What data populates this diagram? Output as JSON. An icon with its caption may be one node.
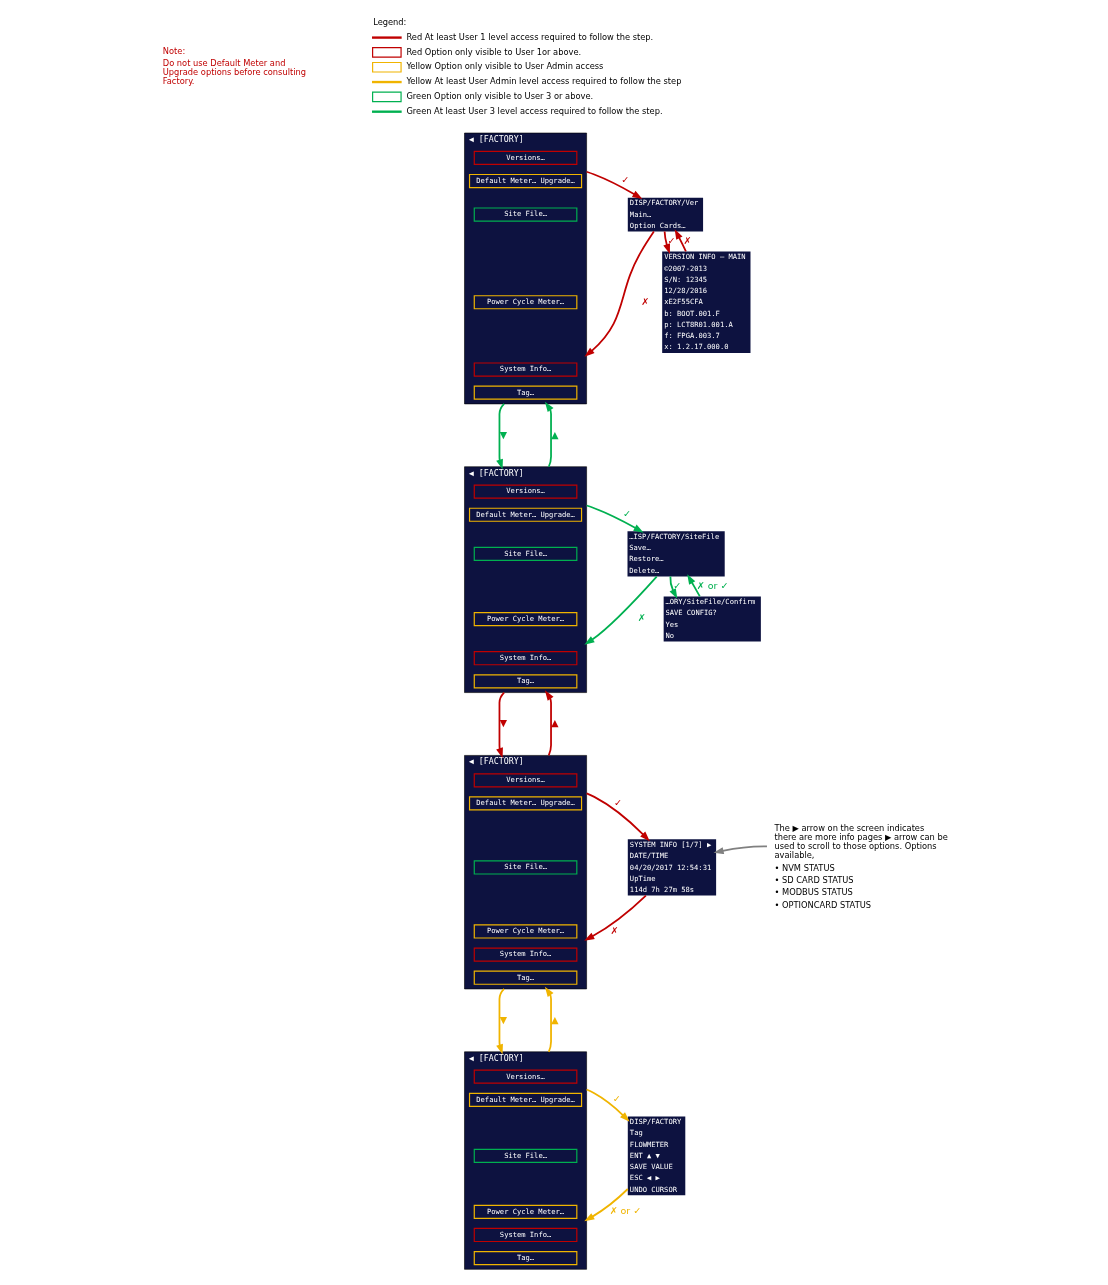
{
  "diagram": {
    "nodes": [
      {
        "text": [
          "◀ [FACTORY]"
        ]
      },
      {
        "text": [
          "Versions…"
        ],
        "in": 0
      },
      {
        "text": [
          "Default Meter… Upgrade…"
        ],
        "in": 0
      },
      {
        "text": [
          "Site File…"
        ],
        "in": 0
      },
      {
        "text": [
          "Power Cycle Meter…"
        ],
        "in": 0
      },
      {
        "text": [
          "System Info…"
        ],
        "in": 0
      },
      {
        "text": [
          "Tag…"
        ],
        "in": 0
      },
      {
        "text": [
          "DISP/FACTORY/Ver",
          "Main…",
          "Option Cards…"
        ]
      },
      {
        "text": [
          "VERSION INFO – MAIN",
          "©2007-2013",
          "S/N: 12345",
          "12/28/2016",
          "xE2F55CFA",
          "b: BOOT.001.F",
          "p: LCT8R01.001.A",
          "f: FPGA.003.7",
          "x: 1.2.17.000.0"
        ]
      },
      {
        "text": [
          "◀ [FACTORY]"
        ]
      },
      {
        "text": [
          "Versions…"
        ],
        "in": 9
      },
      {
        "text": [
          "Default Meter… Upgrade…"
        ],
        "in": 9
      },
      {
        "text": [
          "Site File…"
        ],
        "in": 9
      },
      {
        "text": [
          "Power Cycle Meter…"
        ],
        "in": 9
      },
      {
        "text": [
          "System Info…"
        ],
        "in": 9
      },
      {
        "text": [
          "Tag…"
        ],
        "in": 9
      },
      {
        "text": [
          "…ISP/FACTORY/SiteFile",
          "Save…",
          "Restore…",
          "Delete…"
        ]
      },
      {
        "text": [
          "…ORY/SiteFile/Confirm",
          "SAVE CONFIG?",
          "Yes",
          "No"
        ]
      },
      {
        "text": [
          "◀ [FACTORY]"
        ]
      },
      {
        "text": [
          "Versions…"
        ],
        "in": 18
      },
      {
        "text": [
          "Default Meter… Upgrade…"
        ],
        "in": 18
      },
      {
        "text": [
          "Site File…"
        ],
        "in": 18
      },
      {
        "text": [
          "Power Cycle Meter…"
        ],
        "in": 18
      },
      {
        "text": [
          "System Info…"
        ],
        "in": 18
      },
      {
        "text": [
          "Tag…"
        ],
        "in": 18
      },
      {
        "text": [
          "SYSTEM INFO [1/7] ▶",
          "DATE/TIME",
          "04/20/2017 12:54:31",
          "UpTime",
          "114d 7h 27m 58s"
        ]
      },
      {
        "text": [
          "The ▶ arrow on the screen indicates there are more info pages ▶ arrow can be used to scroll to those options. Options available,",
          "• NVM STATUS",
          "• SD CARD STATUS",
          "• MODBUS STATUS",
          "• OPTIONCARD STATUS"
        ]
      },
      {
        "text": [
          "◀ [FACTORY]"
        ]
      },
      {
        "text": [
          "Versions…"
        ],
        "in": 27
      },
      {
        "text": [
          "Default Meter… Upgrade…"
        ],
        "in": 27
      },
      {
        "text": [
          "Site File…"
        ],
        "in": 27
      },
      {
        "text": [
          "Power Cycle Meter…"
        ],
        "in": 27
      },
      {
        "text": [
          "System Info…"
        ],
        "in": 27
      },
      {
        "text": [
          "Tag…"
        ],
        "in": 27
      },
      {
        "text": [
          "DISP/FACTORY",
          "Tag",
          "FLOWMETER",
          "ENT ▲ ▼",
          "SAVE VALUE",
          "ESC ◀ ▶",
          "UNDO CURSOR"
        ]
      }
    ],
    "edges": [
      {
        "from": 0,
        "to": 7,
        "arrow": "to",
        "label": "✓"
      },
      {
        "from": 7,
        "to": 0,
        "arrow": "to",
        "label": "✗"
      },
      {
        "from": 7,
        "to": 8,
        "arrow": "to",
        "label": "✓"
      },
      {
        "from": 8,
        "to": 7,
        "arrow": "to",
        "label": "✗"
      },
      {
        "from": 0,
        "to": 9,
        "arrow": "to",
        "label": "▼",
        "color": "#00b050"
      },
      {
        "from": 9,
        "to": 0,
        "arrow": "to",
        "label": "▲",
        "color": "#00b050"
      },
      {
        "from": 9,
        "to": 16,
        "arrow": "to",
        "label": "✓",
        "color": "#00b050"
      },
      {
        "from": 16,
        "to": 9,
        "arrow": "to",
        "label": "✗",
        "color": "#00b050"
      },
      {
        "from": 16,
        "to": 17,
        "arrow": "to",
        "label": "✓",
        "color": "#00b050"
      },
      {
        "from": 17,
        "to": 16,
        "arrow": "to",
        "label": "✗ or ✓",
        "color": "#00b050"
      },
      {
        "from": 9,
        "to": 18,
        "arrow": "to",
        "label": "▼"
      },
      {
        "from": 18,
        "to": 9,
        "arrow": "to",
        "label": "▲"
      },
      {
        "from": 18,
        "to": 25,
        "arrow": "to",
        "label": "✓"
      },
      {
        "from": 25,
        "to": 18,
        "arrow": "to",
        "label": "✗"
      },
      {
        "from": 26,
        "to": 25,
        "arrow": "to",
        "color": "#808080"
      },
      {
        "from": 18,
        "to": 27,
        "arrow": "to",
        "label": "▼",
        "color": "#f0b400"
      },
      {
        "from": 27,
        "to": 18,
        "arrow": "to",
        "label": "▲",
        "color": "#f0b400"
      },
      {
        "from": 27,
        "to": 34,
        "arrow": "to",
        "label": "✓",
        "color": "#f0b400"
      },
      {
        "from": 34,
        "to": 27,
        "arrow": "to",
        "label": "✗ or ✓",
        "color": "#f0b400"
      }
    ],
    "labels": [
      "Legend:",
      "Note:",
      "Do not use Default Meter and Upgrade options before consulting Factory."
    ],
    "legend": [
      {
        "text": "Red At least User 1 level access required to follow the step."
      },
      {
        "text": "Red Option only visible to User 1or above."
      },
      {
        "text": "Yellow Option only visible to User Admin access"
      },
      {
        "text": "Yellow At least User Admin level access required to follow the step"
      },
      {
        "text": "Green Option only visible to User 3 or above."
      },
      {
        "text": "Green At least User 3 level access required to follow the step."
      }
    ]
  }
}
